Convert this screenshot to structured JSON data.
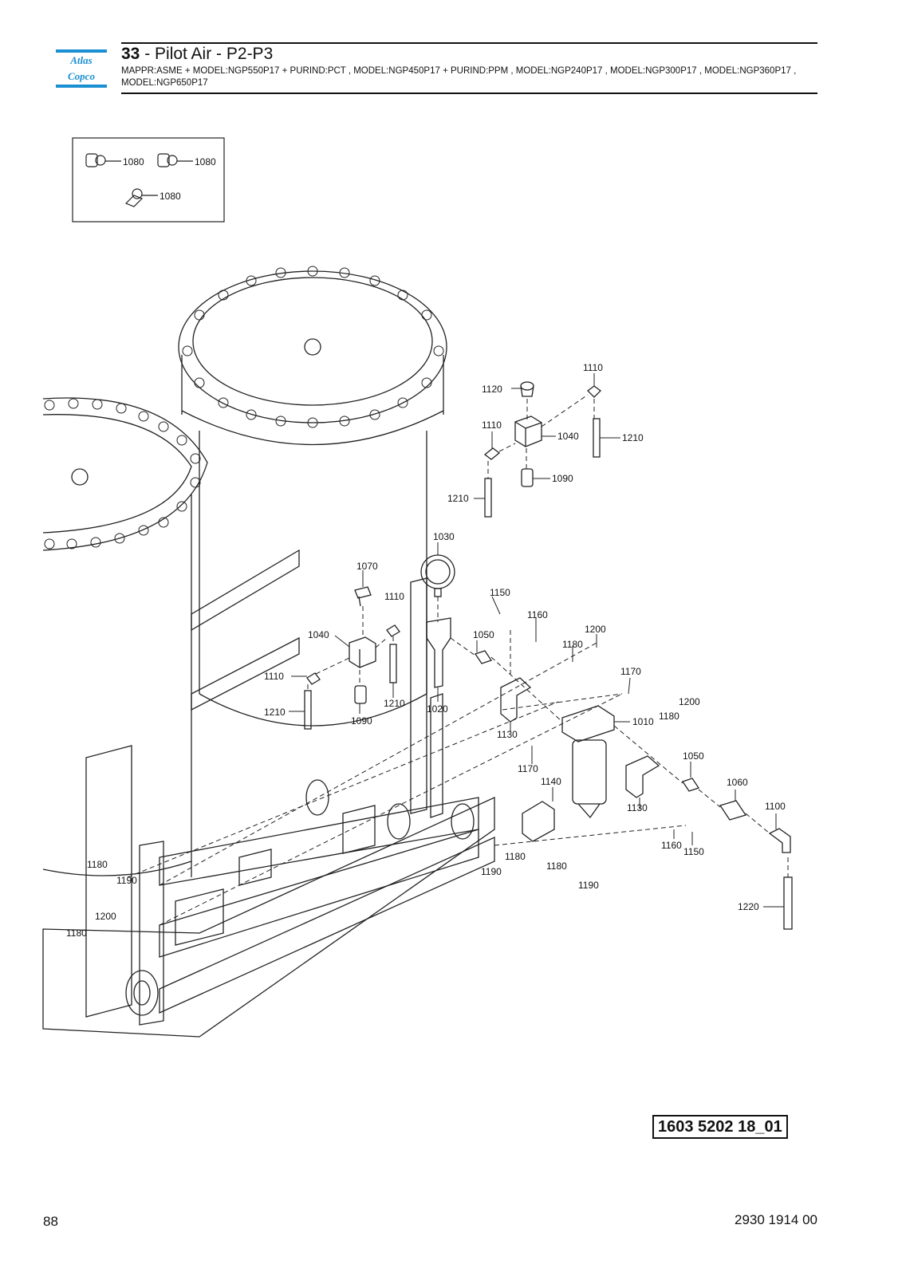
{
  "header": {
    "brand": "Atlas Copco",
    "section_number": "33",
    "section_title": " - Pilot Air - P2-P3",
    "applicability": "MAPPR:ASME + MODEL:NGP550P17 + PURIND:PCT , MODEL:NGP450P17 + PURIND:PPM , MODEL:NGP240P17 , MODEL:NGP300P17 , MODEL:NGP360P17 , MODEL:NGP650P17"
  },
  "inset_labels": [
    "1080",
    "1080",
    "1080"
  ],
  "callouts": [
    "1110",
    "1120",
    "1110",
    "1040",
    "1210",
    "1090",
    "1210",
    "1030",
    "1070",
    "1110",
    "1150",
    "1160",
    "1040",
    "1050",
    "1200",
    "1180",
    "1170",
    "1110",
    "1210",
    "1020",
    "1210",
    "1090",
    "1200",
    "1180",
    "1010",
    "1130",
    "1050",
    "1170",
    "1140",
    "1060",
    "1130",
    "1100",
    "1160",
    "1150",
    "1180",
    "1190",
    "1180",
    "1190",
    "1200",
    "1180",
    "1180",
    "1190",
    "1220"
  ],
  "drawing_number": "1603 5202 18_01",
  "footer": {
    "page_number": "88",
    "document_number": "2930 1914 00"
  },
  "colors": {
    "brand_blue": "#1a8fd1",
    "line": "#222222"
  }
}
